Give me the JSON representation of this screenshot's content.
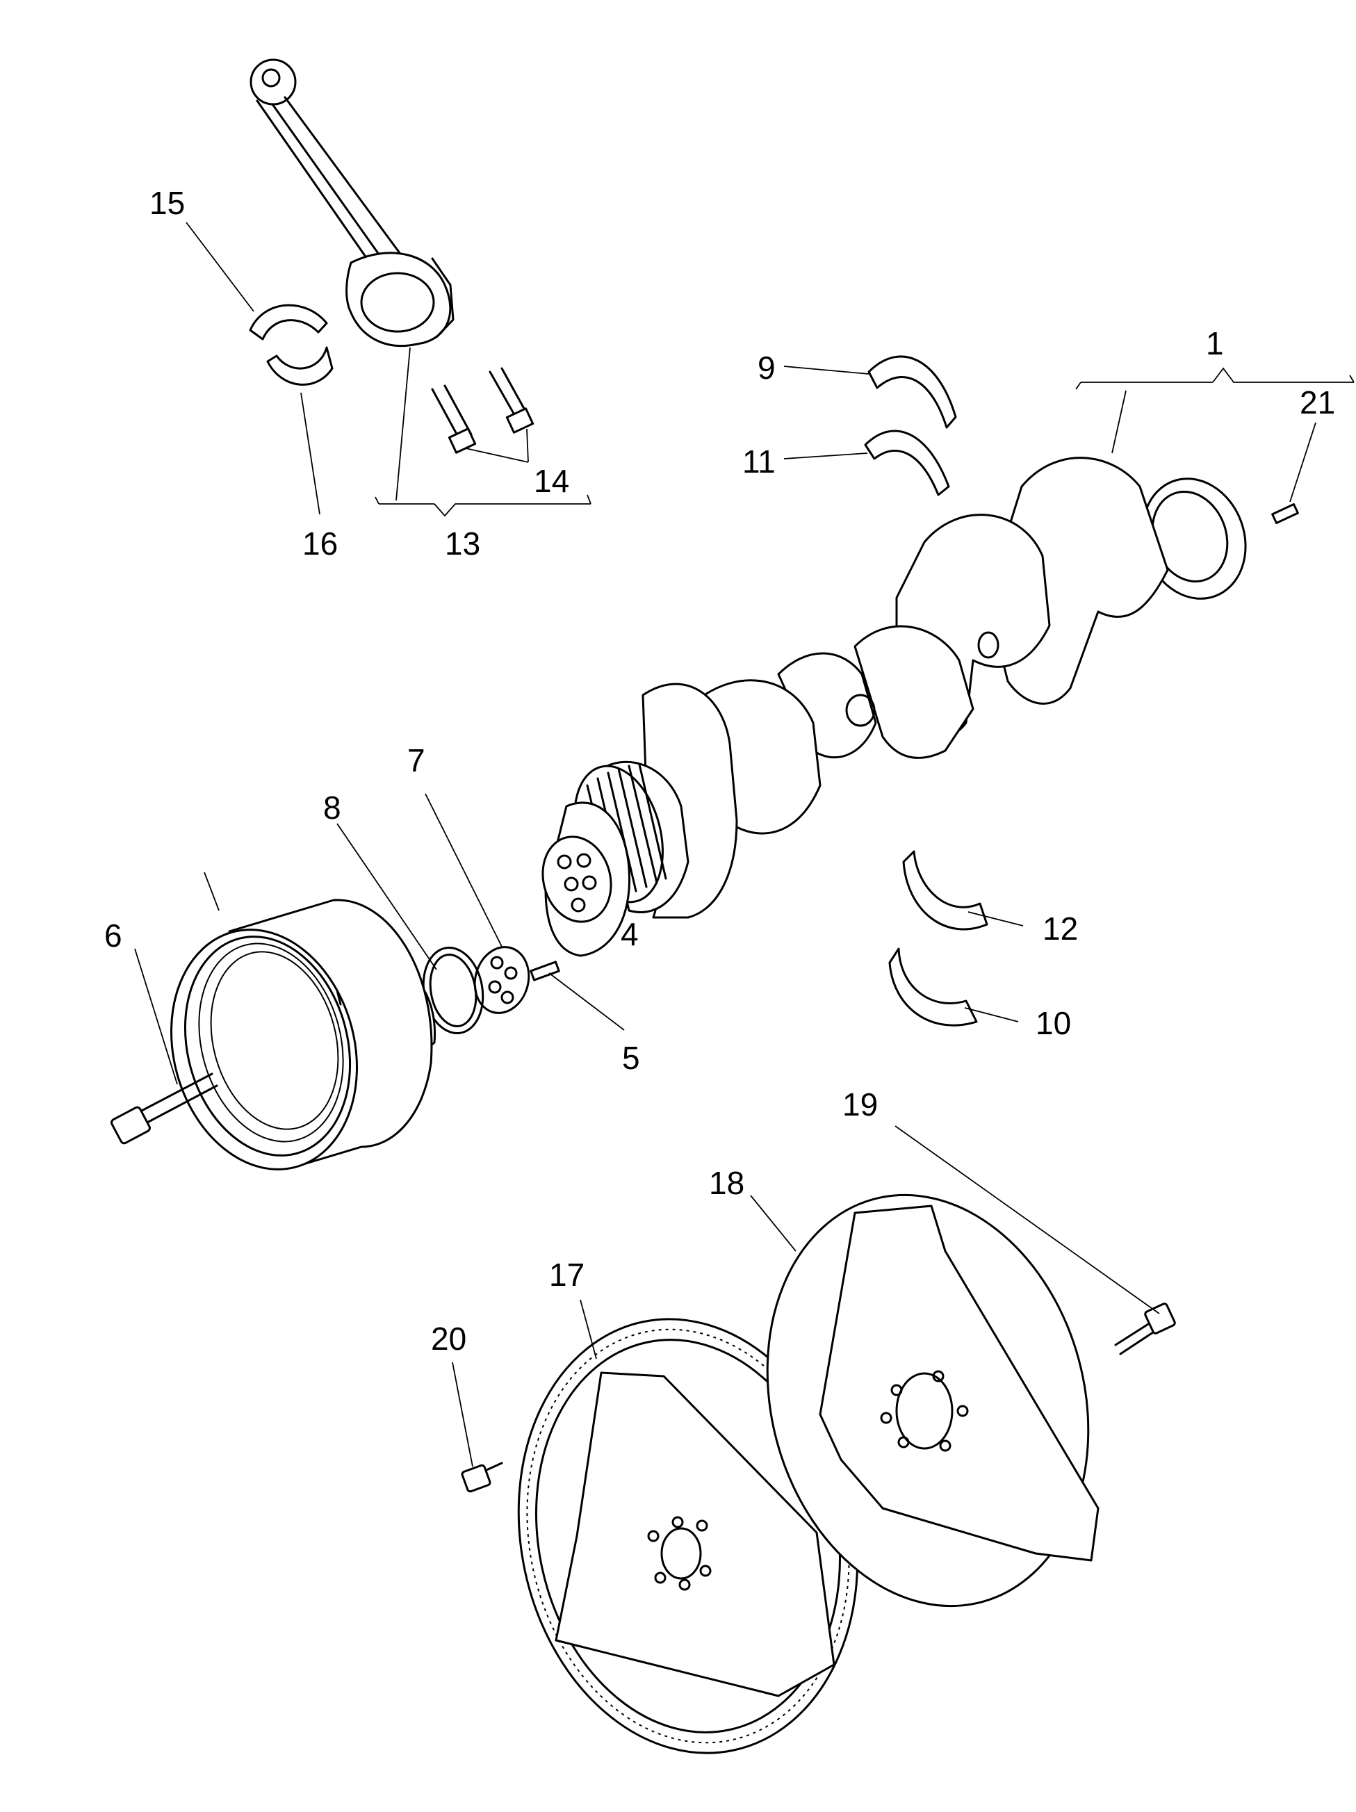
{
  "labels": {
    "l1": "1",
    "l4": "4",
    "l5": "5",
    "l6": "6",
    "l7": "7",
    "l8": "8",
    "l9": "9",
    "l10": "10",
    "l11": "11",
    "l12": "12",
    "l13": "13",
    "l14": "14",
    "l15": "15",
    "l16": "16",
    "l17": "17",
    "l18": "18",
    "l19": "19",
    "l20": "20",
    "l21": "21"
  }
}
